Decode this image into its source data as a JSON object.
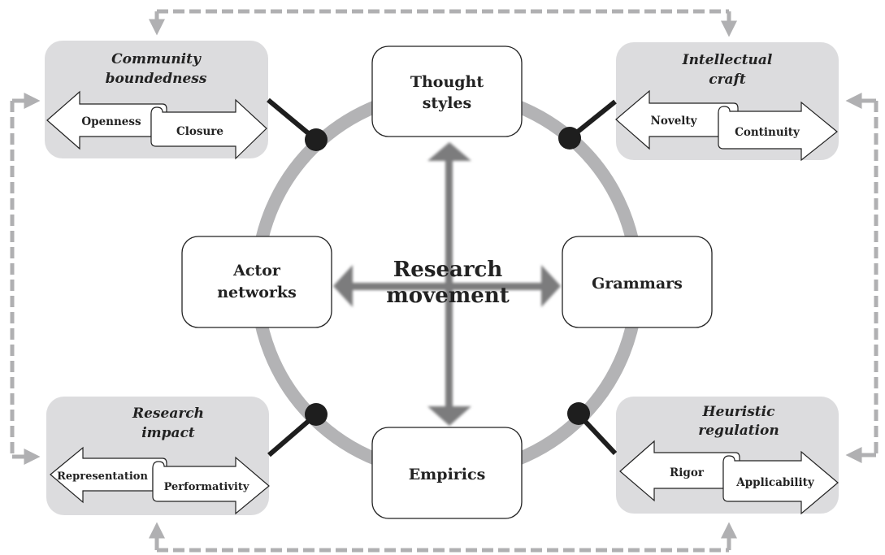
{
  "center": {
    "title_line1": "Research",
    "title_line2": "movement"
  },
  "nodes": {
    "top": {
      "line1": "Thought",
      "line2": "styles"
    },
    "left": {
      "line1": "Actor",
      "line2": "networks"
    },
    "right": {
      "line1": "Grammars"
    },
    "bottom": {
      "line1": "Empirics"
    }
  },
  "tensions": [
    {
      "id": "community-boundedness",
      "title_line1": "Community",
      "title_line2": "boundedness",
      "left_pole": "Openness",
      "right_pole": "Closure"
    },
    {
      "id": "intellectual-craft",
      "title_line1": "Intellectual",
      "title_line2": "craft",
      "left_pole": "Novelty",
      "right_pole": "Continuity"
    },
    {
      "id": "research-impact",
      "title_line1": "Research",
      "title_line2": "impact",
      "left_pole": "Representation",
      "right_pole": "Performativity"
    },
    {
      "id": "heuristic-regulation",
      "title_line1": "Heuristic",
      "title_line2": "regulation",
      "left_pole": "Rigor",
      "right_pole": "Applicability"
    }
  ],
  "colors": {
    "ring": "#b3b3b5",
    "panel": "#dcdcde",
    "dashed": "#b0b0b2",
    "axis_arrow": "#7b7b7d",
    "connector": "#1e1e1e"
  }
}
